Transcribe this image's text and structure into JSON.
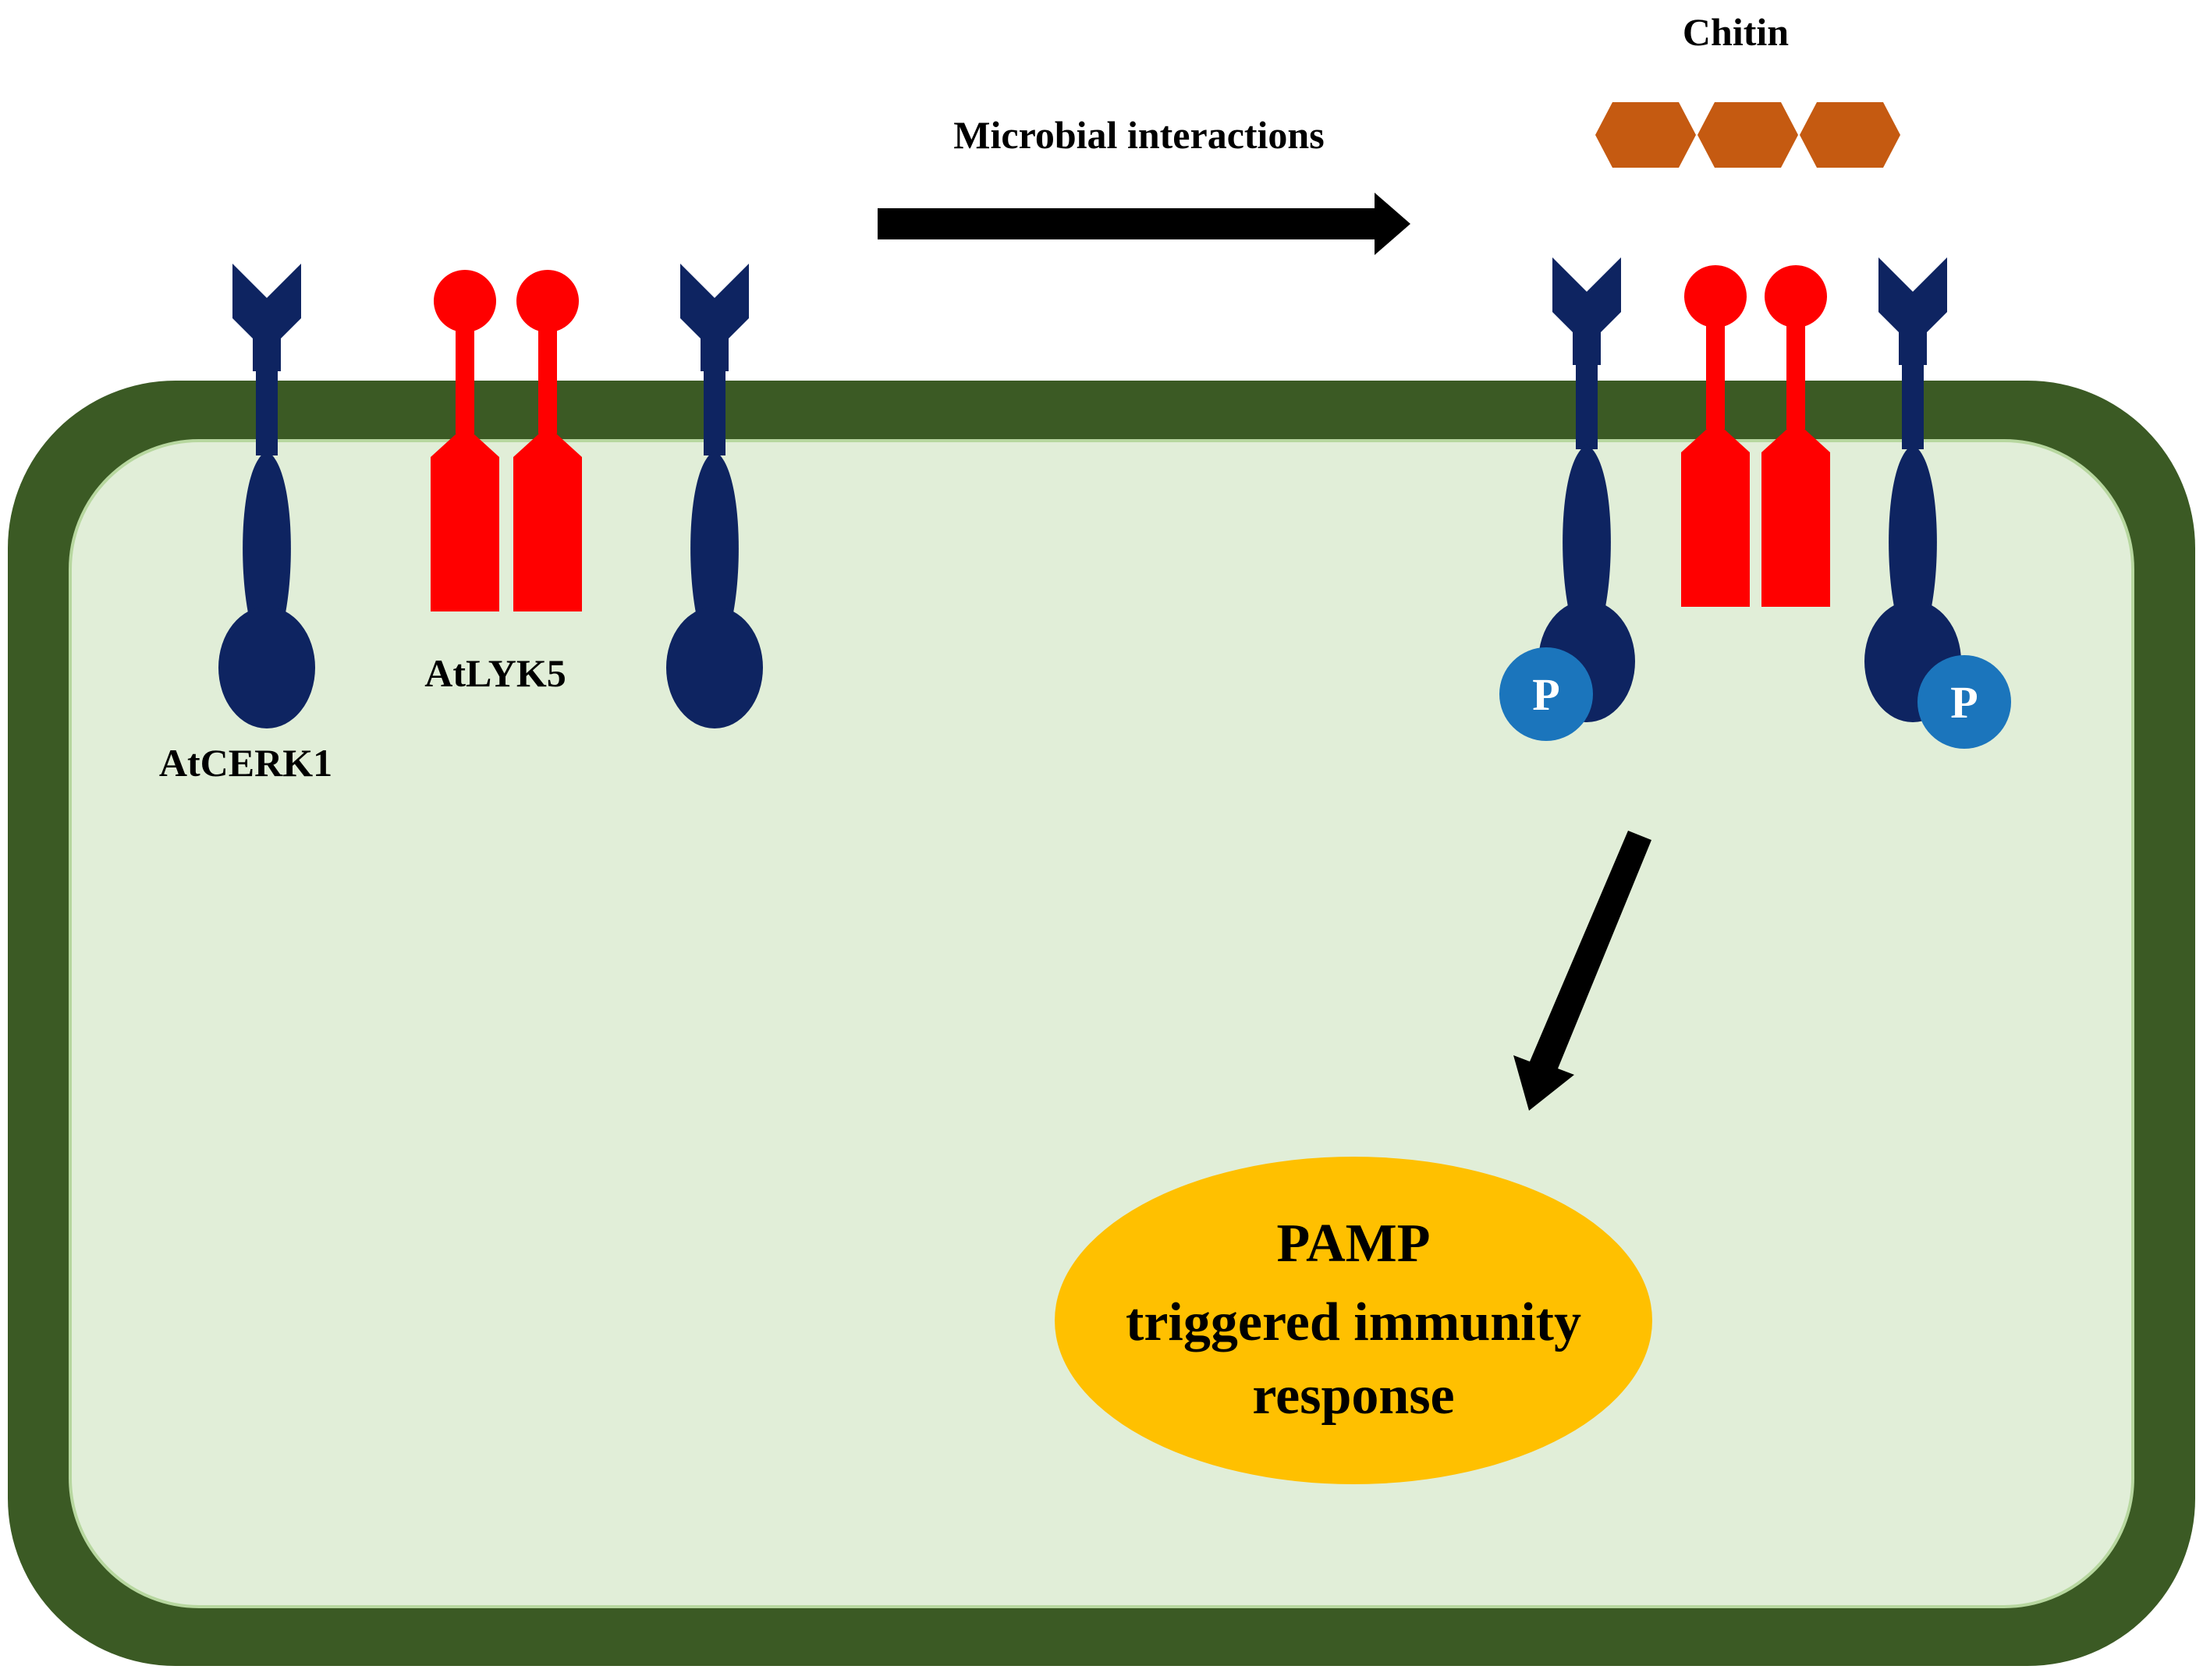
{
  "labels": {
    "chitin": "Chitin",
    "microbial_interactions": "Microbial interactions",
    "cerk1": "AtCERK1",
    "lyk5": "AtLYK5",
    "phospho": "P",
    "response_line1": "PAMP",
    "response_line2": "triggered immunity",
    "response_line3": "response"
  },
  "colors": {
    "cell_wall": "#3b5a24",
    "cytoplasm": "#e1eed8",
    "cytoplasm_edge": "#b7d79f",
    "cerk1_receptor": "#0e2461",
    "lyk5_receptor": "#ff0000",
    "chitin": "#c55a11",
    "phosphate": "#1b75bc",
    "response": "#ffc000",
    "arrow": "#000000"
  },
  "icons": {
    "cerk1": "y-shaped-receptor-icon",
    "lyk5": "lollipop-receptor-icon",
    "chitin": "hexagon-chain-icon",
    "phosphate": "phosphate-circle-icon"
  }
}
